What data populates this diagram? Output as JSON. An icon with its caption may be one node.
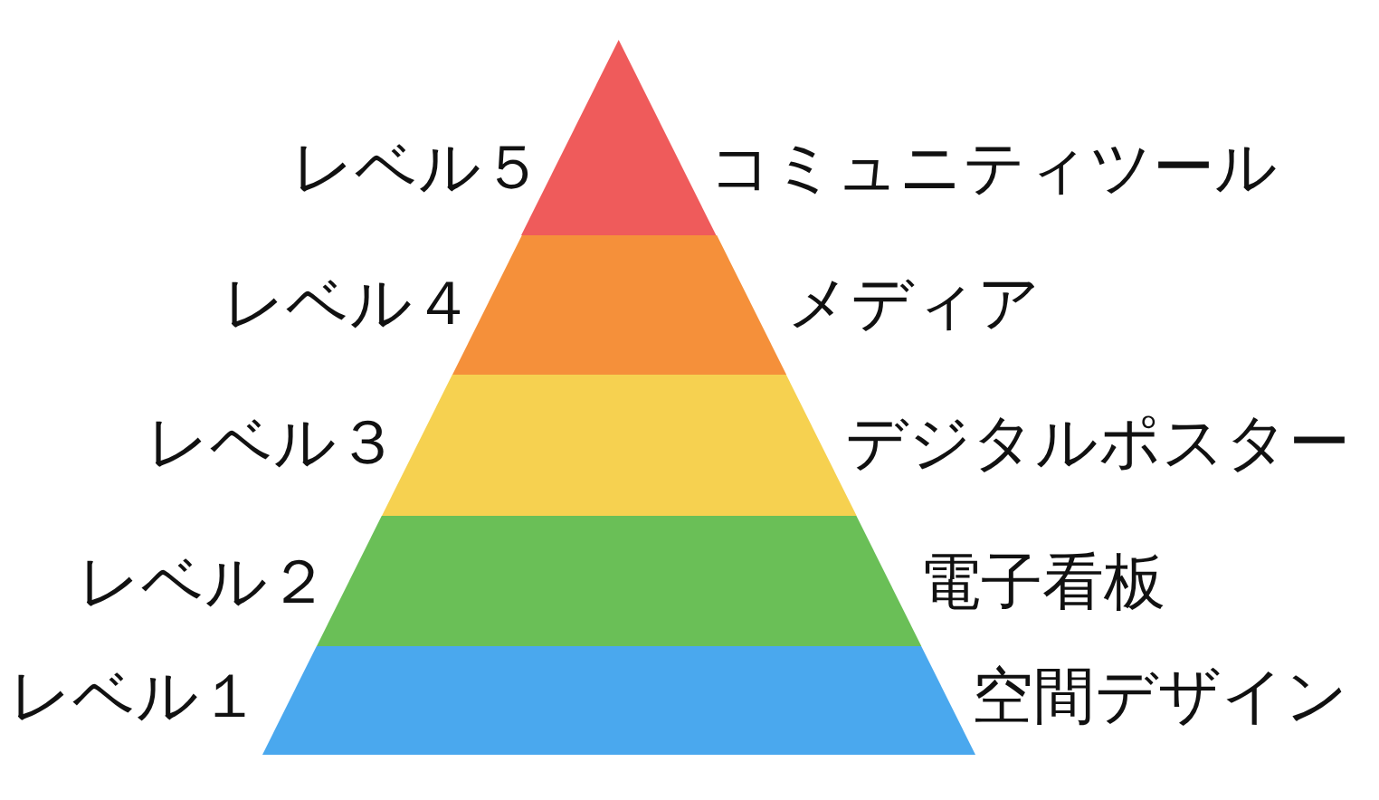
{
  "diagram": {
    "nodes": [
      {
        "text": [],
        "shape": "triangle",
        "beside": [
          "レベル５",
          "コミュニティツール"
        ]
      },
      {
        "text": [],
        "shape": "band",
        "beside": [
          "レベル４",
          "メディア"
        ]
      },
      {
        "text": [],
        "shape": "band",
        "beside": [
          "レベル３",
          "デジタルポスター"
        ]
      },
      {
        "text": [],
        "shape": "band",
        "beside": [
          "レベル２",
          "電子看板"
        ]
      },
      {
        "text": [],
        "shape": "band",
        "beside": [
          "レベル１",
          "空間デザイン"
        ]
      }
    ]
  }
}
